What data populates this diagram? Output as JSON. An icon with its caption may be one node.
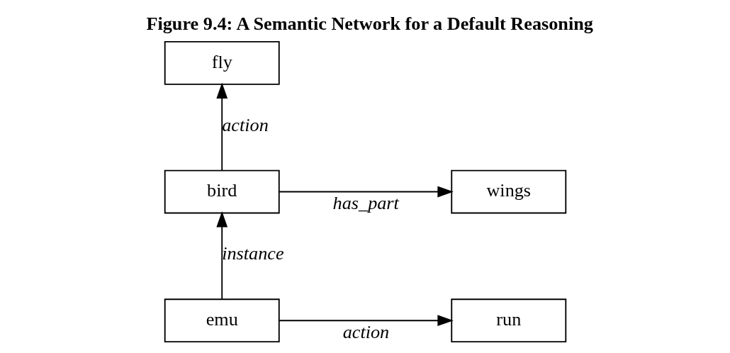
{
  "diagram": {
    "title": "Figure 9.4: A Semantic Network for a Default Reasoning",
    "nodes": [
      {
        "text": [
          "fly"
        ]
      },
      {
        "text": [
          "bird"
        ]
      },
      {
        "text": [
          "wings"
        ]
      },
      {
        "text": [
          "emu"
        ]
      },
      {
        "text": [
          "run"
        ]
      }
    ],
    "edges": [
      {
        "from": 1,
        "to": 0,
        "arrow": "to",
        "label": "action"
      },
      {
        "from": 1,
        "to": 2,
        "arrow": "to",
        "label": "has_part"
      },
      {
        "from": 3,
        "to": 1,
        "arrow": "to",
        "label": "instance"
      },
      {
        "from": 3,
        "to": 4,
        "arrow": "to",
        "label": "action"
      }
    ]
  }
}
